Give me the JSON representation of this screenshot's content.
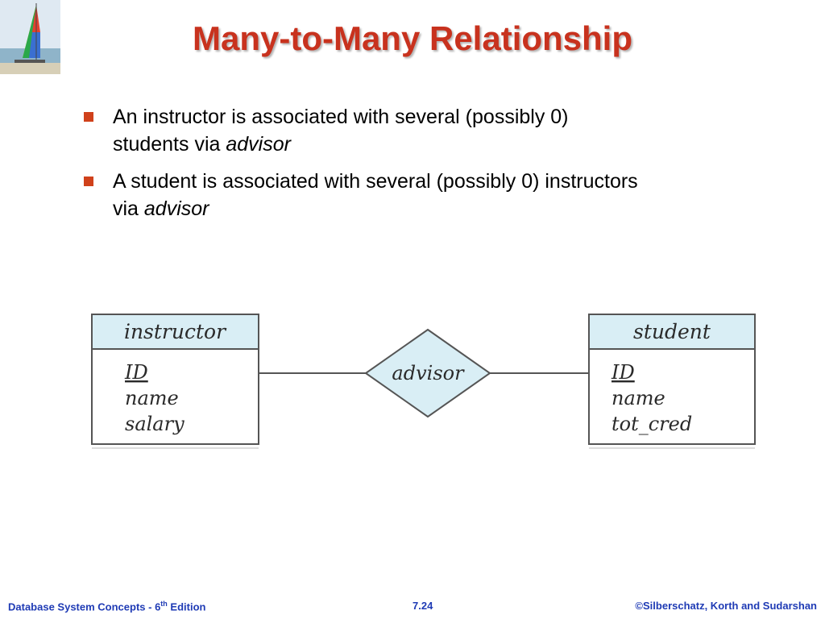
{
  "slide": {
    "title": "Many-to-Many Relationship",
    "bullets": [
      {
        "text": "An instructor is associated with several (possibly 0) students via ",
        "emphasis": "advisor"
      },
      {
        "text": "A student is associated with several (possibly 0) instructors via ",
        "emphasis": "advisor"
      }
    ]
  },
  "diagram": {
    "entity_left": {
      "name": "instructor",
      "attributes": [
        "ID",
        "name",
        "salary"
      ]
    },
    "relationship": "advisor",
    "entity_right": {
      "name": "student",
      "attributes": [
        "ID",
        "name",
        "tot_cred"
      ]
    },
    "colors": {
      "entity_header": "#d9eef5",
      "border": "#555555"
    }
  },
  "footer": {
    "left_prefix": "Database System Concepts - 6",
    "left_sup": "th",
    "left_suffix": " Edition",
    "page": "7.24",
    "copyright": "©Silberschatz, Korth and Sudarshan"
  },
  "theme": {
    "title_color": "#c8321e",
    "bullet_color": "#d0411b",
    "footer_color": "#1f3bb5"
  }
}
